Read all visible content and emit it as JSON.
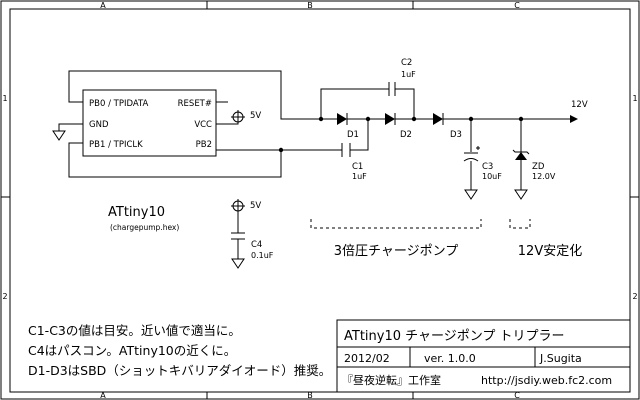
{
  "border": {
    "columns": [
      "A",
      "B",
      "C"
    ],
    "rows": [
      "1",
      "2"
    ]
  },
  "ic": {
    "pins": {
      "pb0": "PB0 / TPIDATA",
      "gnd": "GND",
      "pb1": "PB1 / TPICLK",
      "reset": "RESET#",
      "vcc": "VCC",
      "pb2": "PB2"
    },
    "name": "ATtiny10",
    "file": "(chargepump.hex)"
  },
  "supply": {
    "ic_vcc": "5V",
    "c4_vcc": "5V"
  },
  "parts": {
    "c2": {
      "ref": "C2",
      "value": "1uF"
    },
    "c1": {
      "ref": "C1",
      "value": "1uF"
    },
    "c3": {
      "ref": "C3",
      "value": "10uF"
    },
    "c4": {
      "ref": "C4",
      "value": "0.1uF"
    },
    "zd": {
      "ref": "ZD",
      "value": "12.0V"
    },
    "d1": "D1",
    "d2": "D2",
    "d3": "D3"
  },
  "output_label": "12V",
  "sections": {
    "pump": "3倍圧チャージポンプ",
    "regulator": "12V安定化"
  },
  "notes": [
    "C1-C3の値は目安。近い値で適当に。",
    "C4はパスコン。ATtiny10の近くに。",
    "D1-D3はSBD（ショットキバリアダイオード）推奨。"
  ],
  "title_block": {
    "title": "ATtiny10 チャージポンプ トリプラー",
    "date": "2012/02",
    "version": "ver. 1.0.0",
    "author": "J.Sugita",
    "org": "『昼夜逆転』工作室",
    "url": "http://jsdiy.web.fc2.com"
  }
}
